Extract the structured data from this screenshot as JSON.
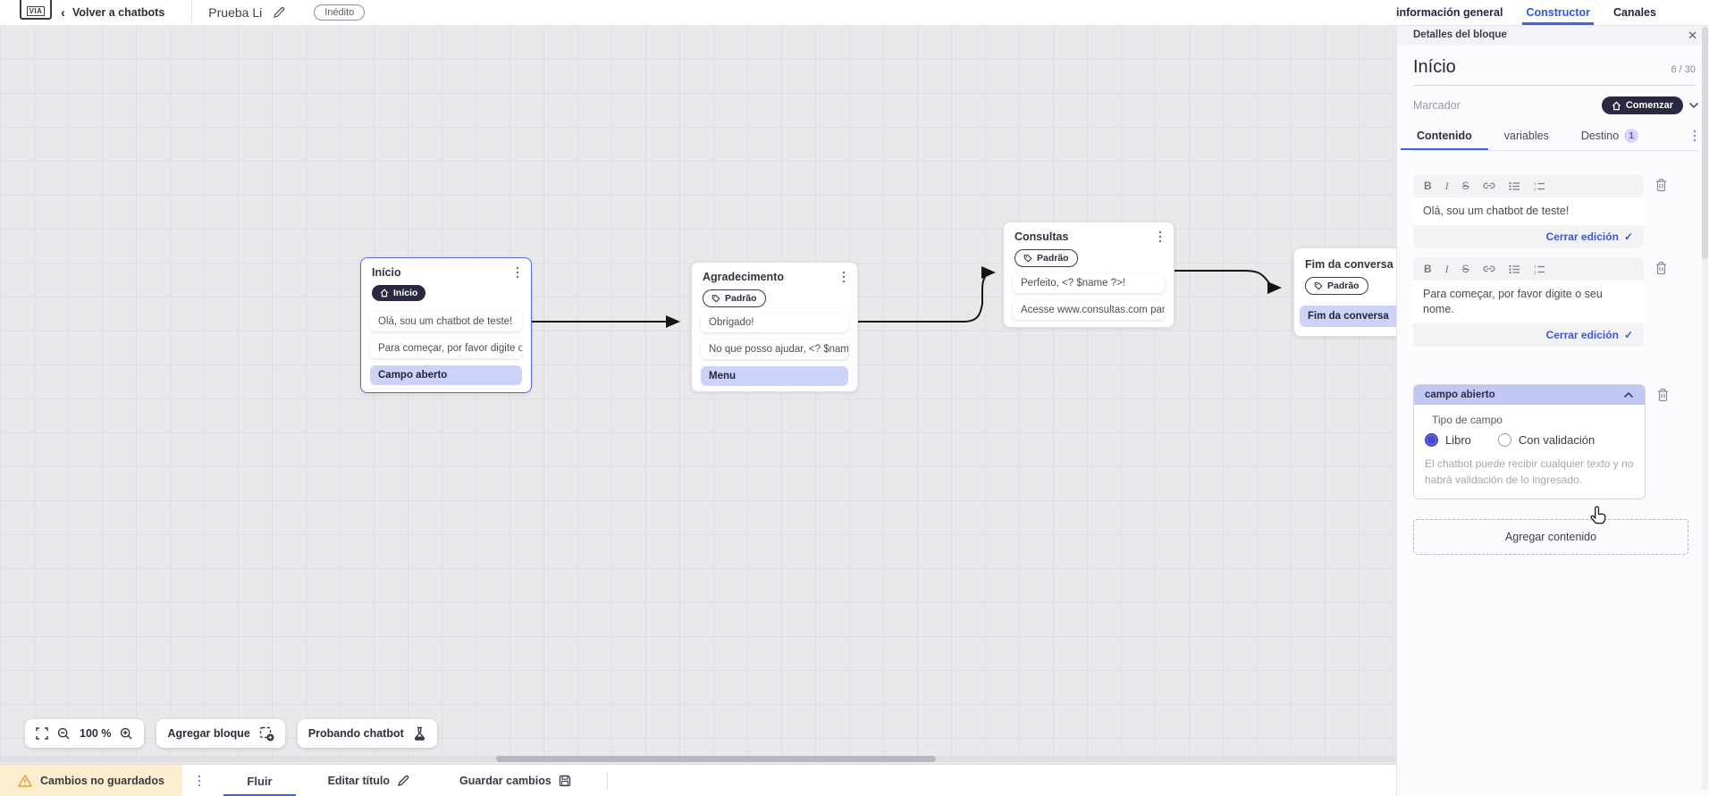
{
  "topbar": {
    "logo_text": "VIA",
    "back_label": "Volver a chatbots",
    "title": "Prueba Li",
    "status_badge": "Inédito",
    "tabs": [
      {
        "label": "información general",
        "active": false
      },
      {
        "label": "Constructor",
        "active": true
      },
      {
        "label": "Canales",
        "active": false
      }
    ]
  },
  "panel": {
    "header": "Detalles del bloque",
    "block_name": "Início",
    "char_count": "6 / 30",
    "marcador_label": "Marcador",
    "marcador_value": "Comenzar",
    "tabs": [
      {
        "label": "Contenido",
        "active": true
      },
      {
        "label": "variables",
        "active": false
      },
      {
        "label": "Destino",
        "active": false,
        "badge": "1"
      }
    ],
    "toolbar_icons": {
      "bold": "B",
      "italic": "I",
      "strike": "S"
    },
    "editors": [
      {
        "text": "Olá, sou um chatbot de teste!",
        "close_label": "Cerrar edición"
      },
      {
        "text": "Para começar, por favor digite o seu nome.",
        "close_label": "Cerrar edición"
      }
    ],
    "open_field": {
      "header": "campo abierto",
      "type_label": "Tipo de campo",
      "options": [
        {
          "label": "Libro",
          "selected": true
        },
        {
          "label": "Con validación",
          "selected": false
        }
      ],
      "description": "El chatbot puede recibir cualquier texto y no habrá validación de lo ingresado."
    },
    "add_content_label": "Agregar contenido"
  },
  "canvas": {
    "nodes": [
      {
        "title": "Início",
        "badge": "Início",
        "rows": [
          {
            "text": "Olá, sou um chatbot de teste!"
          },
          {
            "text": "Para começar, por favor digite o ..."
          },
          {
            "text": "Campo aberto"
          }
        ]
      },
      {
        "title": "Agradecimento",
        "badge": "Padrão",
        "rows": [
          {
            "text": "Obrigado!"
          },
          {
            "text": "No que posso ajudar, <? $name ..."
          },
          {
            "text": "Menu"
          }
        ]
      },
      {
        "title": "Consultas",
        "badge": "Padrão",
        "rows": [
          {
            "text": "Perfeito, <? $name ?>!"
          },
          {
            "text": "Acesse www.consultas.com par..."
          }
        ]
      },
      {
        "title": "Fim da conversa",
        "badge": "Padrão",
        "rows": [
          {
            "text": "Fim da conversa"
          }
        ]
      }
    ],
    "zoom_level": "100 %",
    "add_block_label": "Agregar bloque",
    "test_chatbot_label": "Probando chatbot"
  },
  "bottombar": {
    "unsaved_label": "Cambios no guardados",
    "flow_tab": "Fluir",
    "edit_title_label": "Editar título",
    "save_label": "Guardar cambios"
  },
  "colors": {
    "accent_blue": "#3b62e8",
    "node_selected_border": "#5e63e0",
    "purple_row": "#cdd3f8",
    "dark_pill": "#272a40",
    "warning_bg": "#fdeed2",
    "warning_icon": "#e3a23c"
  }
}
